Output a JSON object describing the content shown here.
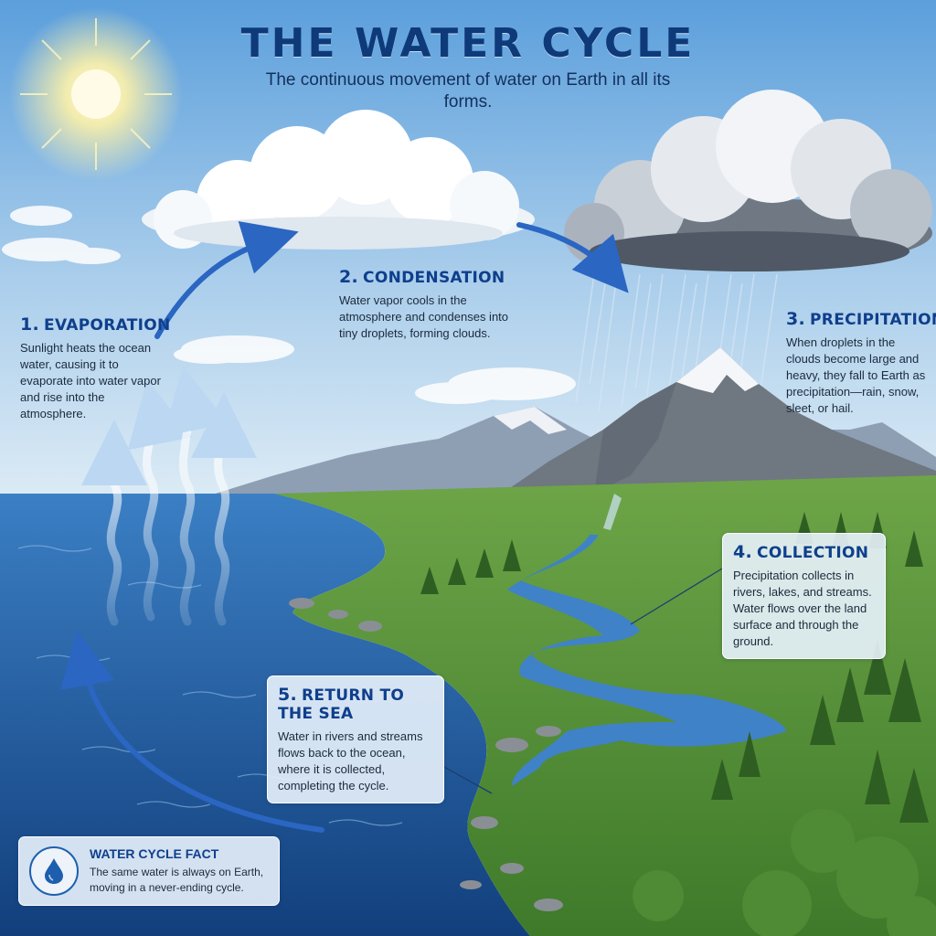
{
  "header": {
    "title": "THE WATER CYCLE",
    "subtitle": "The continuous movement of water on Earth in all its forms."
  },
  "steps": [
    {
      "num": "1.",
      "title": "EVAPORATION",
      "text": "Sunlight heats the ocean water, causing it to evaporate into water vapor and rise into the atmosphere."
    },
    {
      "num": "2.",
      "title": "CONDENSATION",
      "text": "Water vapor cools in the atmosphere and condenses into tiny droplets, forming clouds."
    },
    {
      "num": "3.",
      "title": "PRECIPITATION",
      "text": "When droplets in the clouds become large and heavy, they fall to Earth as precipitation—rain, snow, sleet, or hail."
    },
    {
      "num": "4.",
      "title": "COLLECTION",
      "text": "Precipitation collects in rivers, lakes, and streams. Water flows over the land surface and through the ground."
    },
    {
      "num": "5.",
      "title": "RETURN TO THE SEA",
      "text": "Water in rivers and streams flows back to the ocean, where it is collected, completing the cycle."
    }
  ],
  "fact": {
    "icon": "water-drop-icon",
    "title": "WATER CYCLE FACT",
    "text": "The same water is always on Earth, moving in a never-ending cycle."
  },
  "colors": {
    "sky_top": "#5b9fdc",
    "sky_bottom": "#dcebf5",
    "ocean": "#1f5fa6",
    "land": "#5d9a3a",
    "heading": "#0e3a7a",
    "arrow": "#2a66c2"
  }
}
